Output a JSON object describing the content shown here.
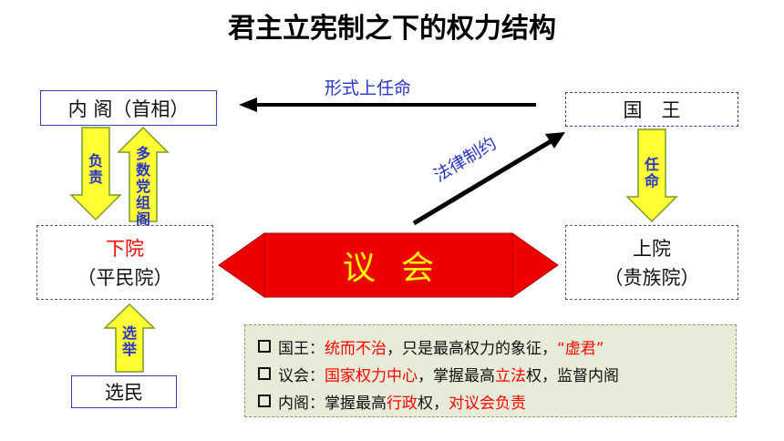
{
  "title": "君主立宪制之下的权力结构",
  "nodes": {
    "cabinet": "内 阁（首相）",
    "king": "国　王",
    "commons_line1": "下院",
    "commons_line2": "（平民院）",
    "lords_line1": "上院",
    "lords_line2": "（贵族院）",
    "voters": "选民",
    "parliament": "议会"
  },
  "arrows": {
    "formal_appoint": "形式上任命",
    "legal_check": "法律制约",
    "responsible": "负责",
    "majority_party": "多数党组阁",
    "appoint": "任命",
    "elect": "选举"
  },
  "notes": [
    {
      "prefix": "国王：",
      "hl1": "统而不治",
      "mid": "，只是最高权力的象征，",
      "hl2": "“虚君”",
      "suffix": ""
    },
    {
      "prefix": "议会：",
      "hl1": "国家权力中心",
      "mid": "，掌握最高",
      "hl2": "立法",
      "suffix": "权，监督内阁"
    },
    {
      "prefix": "内阁：掌握最高",
      "hl1": "行政",
      "mid": "权，",
      "hl2": "对议会负责",
      "suffix": ""
    }
  ],
  "colors": {
    "arrow_yellow": "#ffff33",
    "arrow_green_border": "#7a9a2a",
    "parliament_red": "#ee0000",
    "highlight_red": "#ff0000",
    "label_blue": "#2a35c8"
  }
}
